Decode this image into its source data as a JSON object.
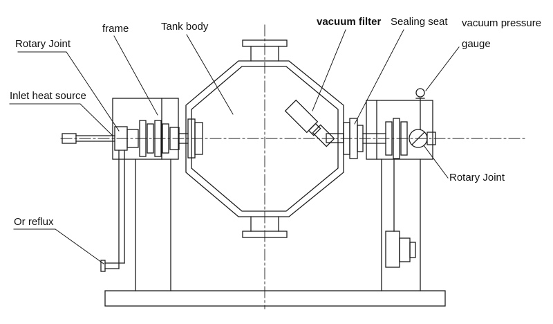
{
  "diagram": {
    "labels": {
      "rotary_joint_left": "Rotary Joint",
      "frame": "frame",
      "tank_body": "Tank body",
      "vacuum_filter": "vacuum filter",
      "sealing_seat": "Sealing seat",
      "vacuum_pressure_line1": "vacuum pressure",
      "vacuum_pressure_line2": "gauge",
      "inlet_heat_source": "Inlet heat source",
      "or_reflux": "Or reflux",
      "rotary_joint_right": "Rotary Joint"
    },
    "colors": {
      "line": "#1c1c1c",
      "background": "#ffffff"
    }
  }
}
